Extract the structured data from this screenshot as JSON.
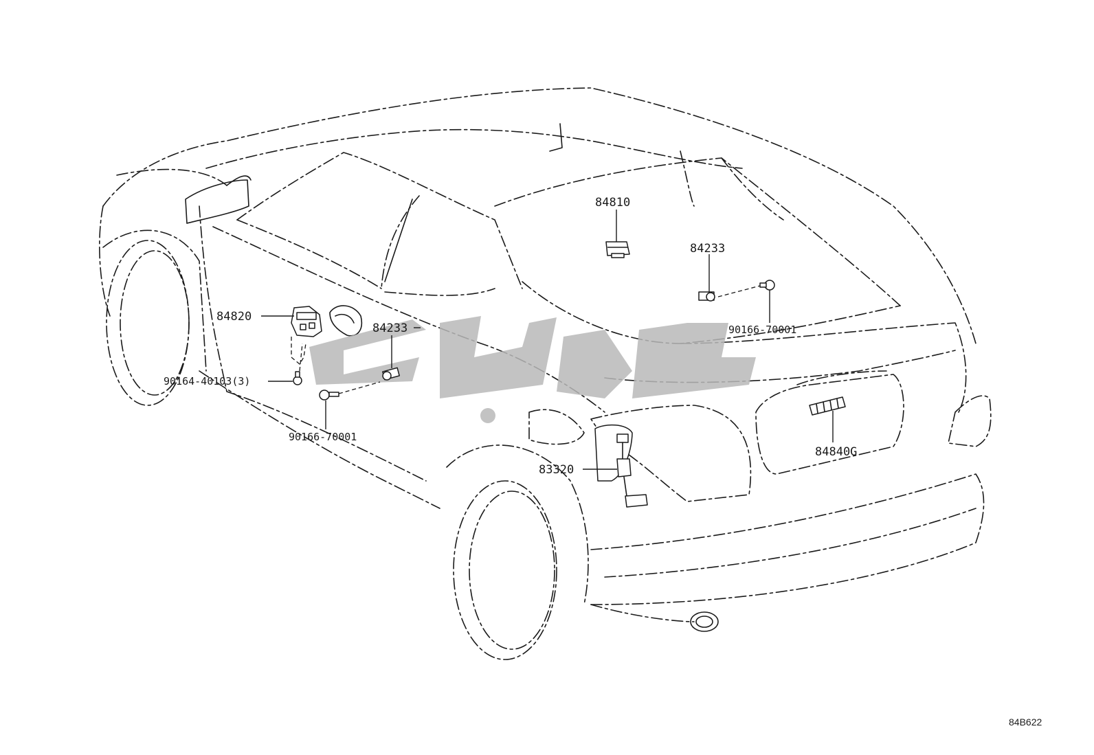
{
  "diagram": {
    "part_labels": {
      "p84810": "84810",
      "p84233_top": "84233",
      "p90166_top": "90166-70001",
      "p84820": "84820",
      "p84233_mid": "84233",
      "p90164": "90164-40103(3)",
      "p90166_bottom": "90166-70001",
      "p83320": "83320",
      "p84840g": "84840G"
    },
    "figure_code": "84B622"
  }
}
